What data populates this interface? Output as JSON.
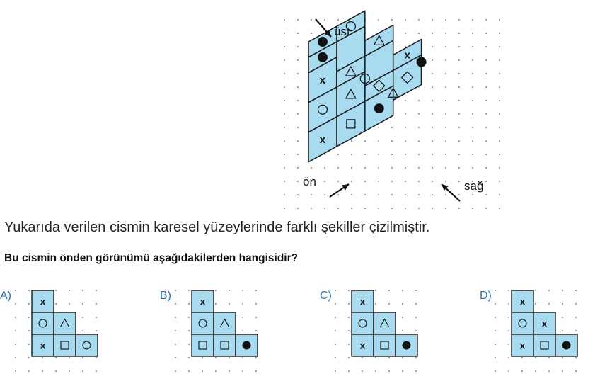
{
  "figure": {
    "labels": {
      "top": "üst",
      "front": "ön",
      "right": "sağ"
    },
    "colors": {
      "face": "#a8daf0",
      "stroke": "#1a1a1a",
      "dot": "#9a9a9a",
      "letter": "#2a6fb5"
    }
  },
  "question": {
    "text": "Yukarıda verilen cismin karesel yüzeylerinde farklı şekiller çizilmiştir.",
    "prompt": "Bu cismin önden görünümü aşağıdakilerden hangisidir?"
  },
  "options": [
    {
      "letter": "A)",
      "grid": [
        [
          "x",
          "",
          ""
        ],
        [
          "circle",
          "triangle",
          ""
        ],
        [
          "x",
          "square",
          "circle"
        ]
      ]
    },
    {
      "letter": "B)",
      "grid": [
        [
          "x",
          "",
          ""
        ],
        [
          "circle",
          "triangle",
          ""
        ],
        [
          "square",
          "square",
          "dot"
        ]
      ]
    },
    {
      "letter": "C)",
      "grid": [
        [
          "x",
          "",
          ""
        ],
        [
          "circle",
          "triangle",
          ""
        ],
        [
          "x",
          "square",
          "dot"
        ]
      ]
    },
    {
      "letter": "D)",
      "grid": [
        [
          "x",
          "",
          ""
        ],
        [
          "circle",
          "x",
          ""
        ],
        [
          "x",
          "square",
          "dot"
        ]
      ]
    }
  ]
}
